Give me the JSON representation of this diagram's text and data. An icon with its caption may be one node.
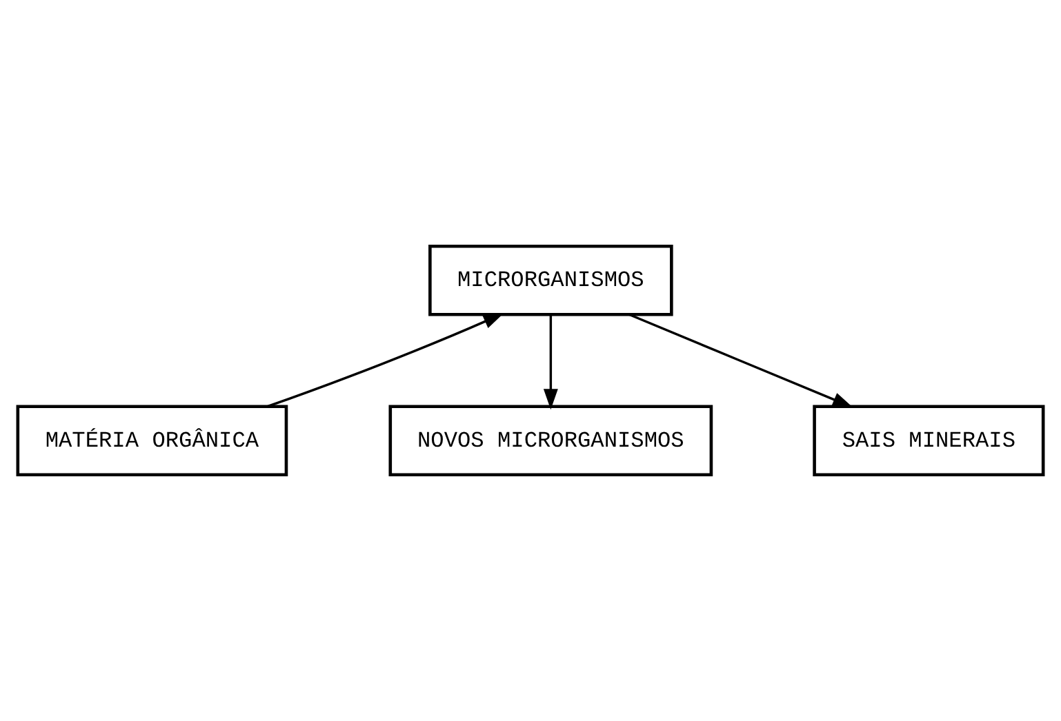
{
  "diagram": {
    "nodes": [
      {
        "text": [
          "MICRORGANISMOS"
        ]
      },
      {
        "text": [
          "MATÉRIA ORGÂNICA"
        ]
      },
      {
        "text": [
          "NOVOS MICRORGANISMOS"
        ]
      },
      {
        "text": [
          "SAIS MINERAIS"
        ]
      }
    ],
    "edges": [
      {
        "from": 1,
        "to": 0,
        "arrow": "to"
      },
      {
        "from": 0,
        "to": 2,
        "arrow": "to"
      },
      {
        "from": 0,
        "to": 3,
        "arrow": "to"
      }
    ]
  }
}
